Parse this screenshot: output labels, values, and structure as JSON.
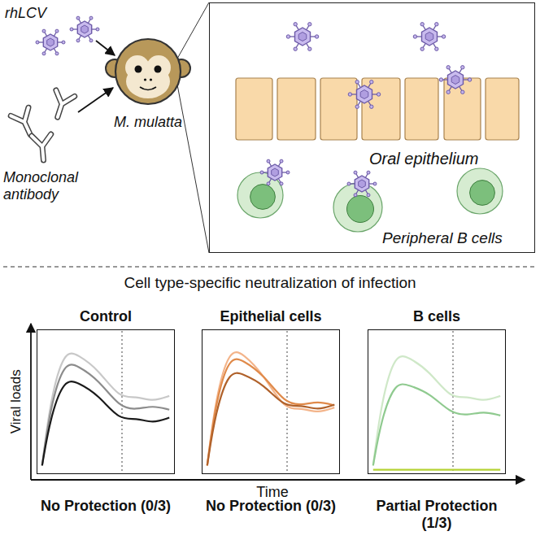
{
  "diagram": {
    "title": "Cell type-specific neutralization of infection",
    "nodes": [
      {
        "text": [
          "Oral epithelium",
          "Peripheral B cells"
        ]
      },
      {
        "text": [
          "Control"
        ]
      },
      {
        "text": [
          "Epithelial cells"
        ]
      },
      {
        "text": [
          "B cells"
        ]
      }
    ],
    "labels": [
      "rhLCV",
      "Monoclonal antibody",
      "M. mulatta",
      "Viral loads",
      "Time",
      "No Protection (0/3)",
      "No Protection (0/3)",
      "Partial Protection (1/3)"
    ]
  }
}
